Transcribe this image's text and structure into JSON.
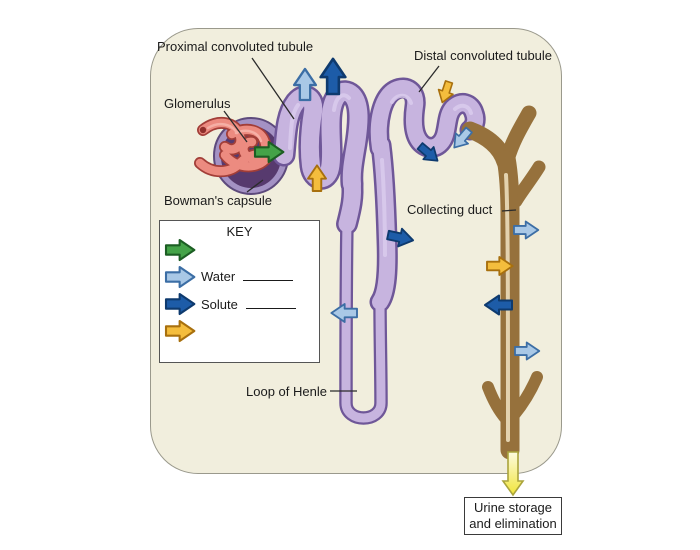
{
  "diagram": {
    "labels": {
      "proximal_tubule": "Proximal convoluted tubule",
      "distal_tubule": "Distal convoluted tubule",
      "glomerulus": "Glomerulus",
      "bowmans_capsule": "Bowman's capsule",
      "collecting_duct": "Collecting duct",
      "loop_of_henle": "Loop of Henle"
    },
    "urine_box": "Urine storage and elimination"
  },
  "key": {
    "title": "KEY",
    "water_label": "Water",
    "solute_label": "Solute"
  },
  "colors": {
    "panel_bg": "#f1eedd",
    "filtration_green": "#44a348",
    "filtration_green_border": "#1c5e23",
    "water_blue": "#a9c8e6",
    "water_blue_border": "#3c6ea5",
    "solute_blue": "#1d5ca8",
    "solute_blue_border": "#0e3a6e",
    "secretion_yellow": "#f4bd3d",
    "secretion_yellow_border": "#a8700e",
    "tubule_purple": "#c7b4df",
    "collecting_duct_tan": "#e3cca1"
  }
}
